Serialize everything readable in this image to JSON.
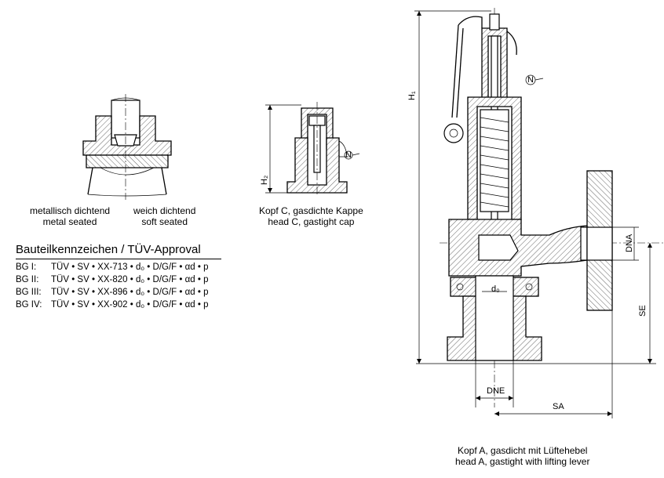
{
  "seat_views": {
    "metal_de": "metallisch dichtend",
    "metal_en": "metal seated",
    "soft_de": "weich dichtend",
    "soft_en": "soft seated"
  },
  "head_c": {
    "caption_de": "Kopf C, gasdichte Kappe",
    "caption_en": "head C, gastight cap"
  },
  "head_a": {
    "caption_de": "Kopf A, gasdicht mit Lüftehebel",
    "caption_en": "head A, gastight with lifting lever"
  },
  "approval": {
    "title": "Bauteilkennzeichen / TÜV-Approval",
    "rows": [
      {
        "group": "BG   I:",
        "mark": "TÜV • SV • XX-713 • d₀ • D/G/F • αd • p"
      },
      {
        "group": "BG  II:",
        "mark": "TÜV • SV • XX-820 • d₀ • D/G/F • αd • p"
      },
      {
        "group": "BG III:",
        "mark": "TÜV • SV • XX-896 • d₀ • D/G/F • αd • p"
      },
      {
        "group": "BG IV:",
        "mark": "TÜV • SV • XX-902 • d₀ • D/G/F • αd • p"
      }
    ]
  },
  "dimensions": {
    "h1": "H₁",
    "h2": "H₂",
    "d0": "d₀",
    "dna": "DNA",
    "dne": "DNE",
    "sa": "SA",
    "se": "SE"
  }
}
